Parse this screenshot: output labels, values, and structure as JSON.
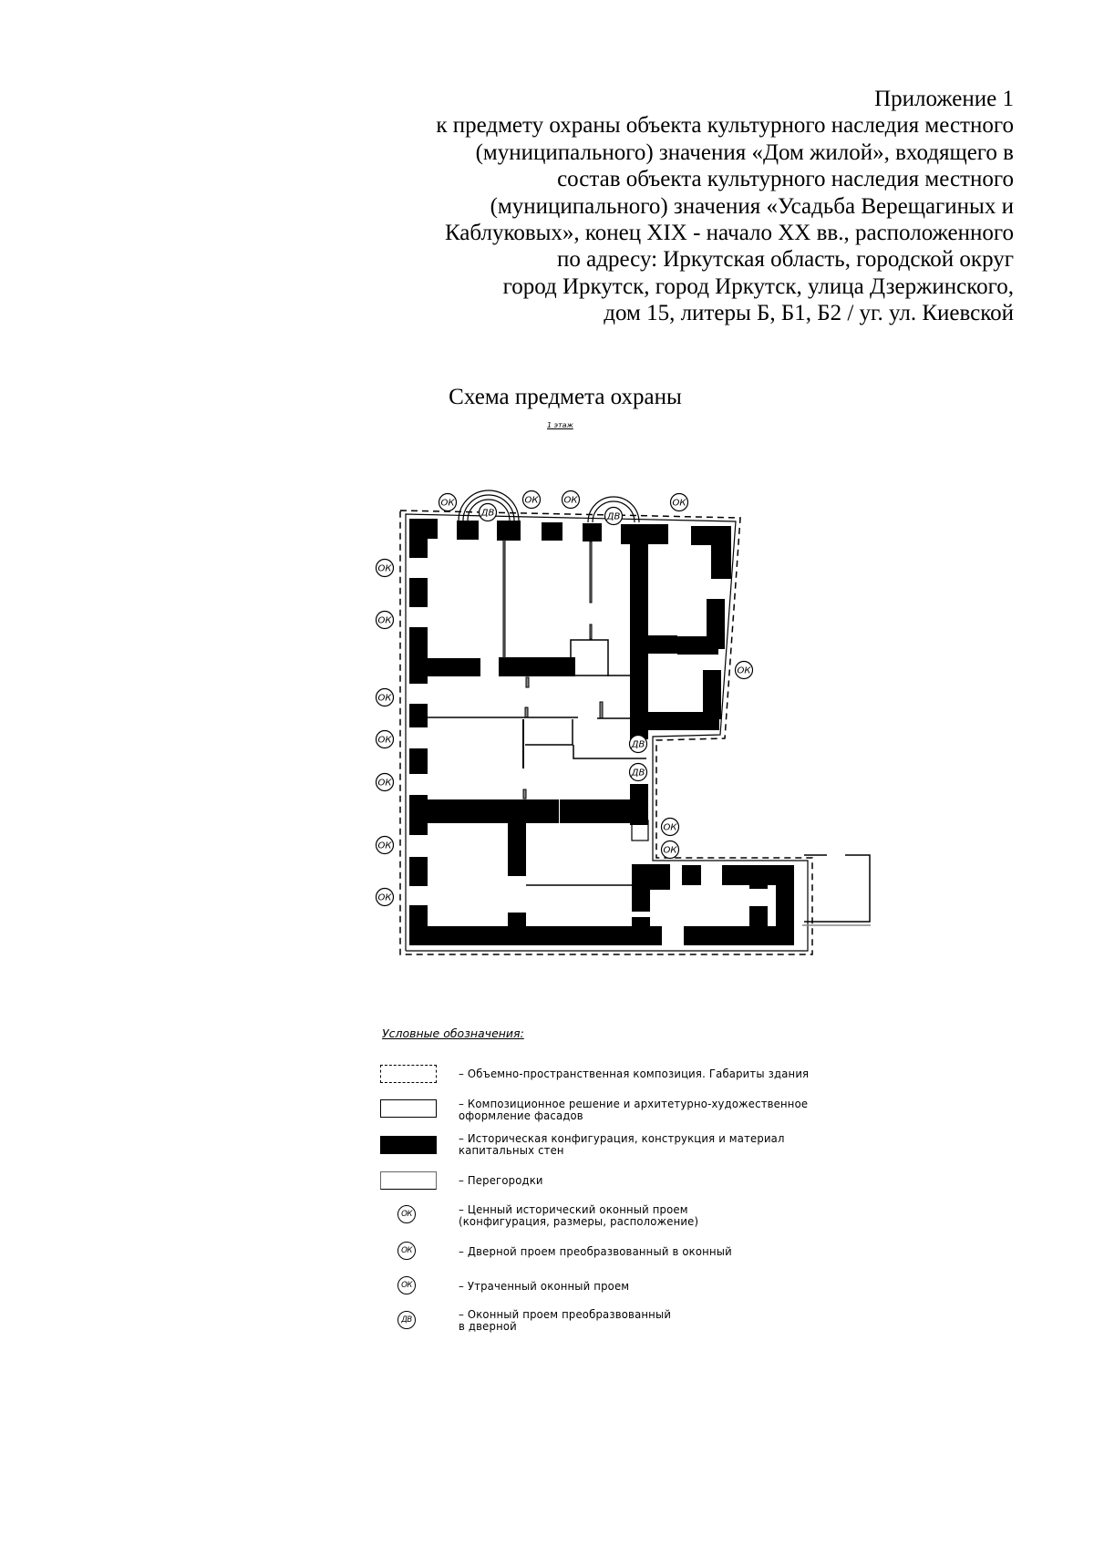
{
  "document": {
    "header": {
      "lines": [
        "Приложение 1",
        "к предмету охраны объекта культурного наследия местного",
        "(муниципального) значения «Дом жилой», входящего в",
        "состав объекта культурного наследия местного",
        "(муниципального) значения «Усадьба Верещагиных и",
        "Каблуковых», конец XIX - начало XX вв., расположенного",
        "по адресу: Иркутская область, городской округ",
        "город Иркутск, город Иркутск, улица Дзержинского,",
        "дом 15, литеры Б, Б1, Б2 / уг. ул. Киевской"
      ]
    },
    "scheme_title": "Схема предмета охраны",
    "floor_label": "1 этаж"
  },
  "plan": {
    "markers": {
      "ok": "ОК",
      "dv": "ДВ"
    },
    "colors": {
      "wall": "#000000",
      "partition": "#808080",
      "background": "#ffffff"
    }
  },
  "legend": {
    "title": "Условные обозначения:",
    "items": [
      {
        "symbol": "dashed-rect",
        "lines": [
          "– Объемно-пространственная композиция. Габариты здания"
        ]
      },
      {
        "symbol": "outline-rect",
        "lines": [
          "– Композиционное решение и архитетурно-художественное",
          "оформление фасадов"
        ]
      },
      {
        "symbol": "black-rect",
        "lines": [
          "– Историческая конфигурация, конструкция и материал",
          "капитальных стен"
        ]
      },
      {
        "symbol": "thin-rect",
        "lines": [
          "– Перегородки"
        ]
      },
      {
        "symbol": "ОК",
        "lines": [
          "– Ценный исторический оконный проем",
          "(конфигурация, размеры, расположение)"
        ]
      },
      {
        "symbol": "ОК",
        "lines": [
          "– Дверной проем преобразвованный в оконный"
        ]
      },
      {
        "symbol": "ОК",
        "lines": [
          "– Утраченный оконный проем"
        ]
      },
      {
        "symbol": "ДВ",
        "lines": [
          "– Оконный проем преобразвованный",
          "в дверной"
        ]
      }
    ]
  }
}
